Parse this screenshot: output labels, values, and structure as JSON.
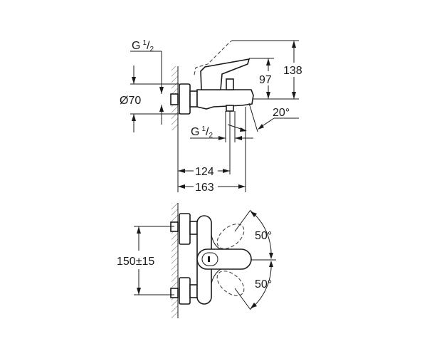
{
  "drawing": {
    "side_view": {
      "thread_top": {
        "g": "G",
        "num": "1",
        "den": "2"
      },
      "diameter": "Ø70",
      "height_lever": "97",
      "height_total": "138",
      "spout_angle": "20°",
      "thread_outlet": {
        "g": "G",
        "num": "1",
        "den": "2"
      },
      "depth_outlet": "124",
      "depth_total": "163"
    },
    "front_view": {
      "centers": "150±15",
      "angle_up": "50°",
      "angle_down": "50°"
    }
  }
}
